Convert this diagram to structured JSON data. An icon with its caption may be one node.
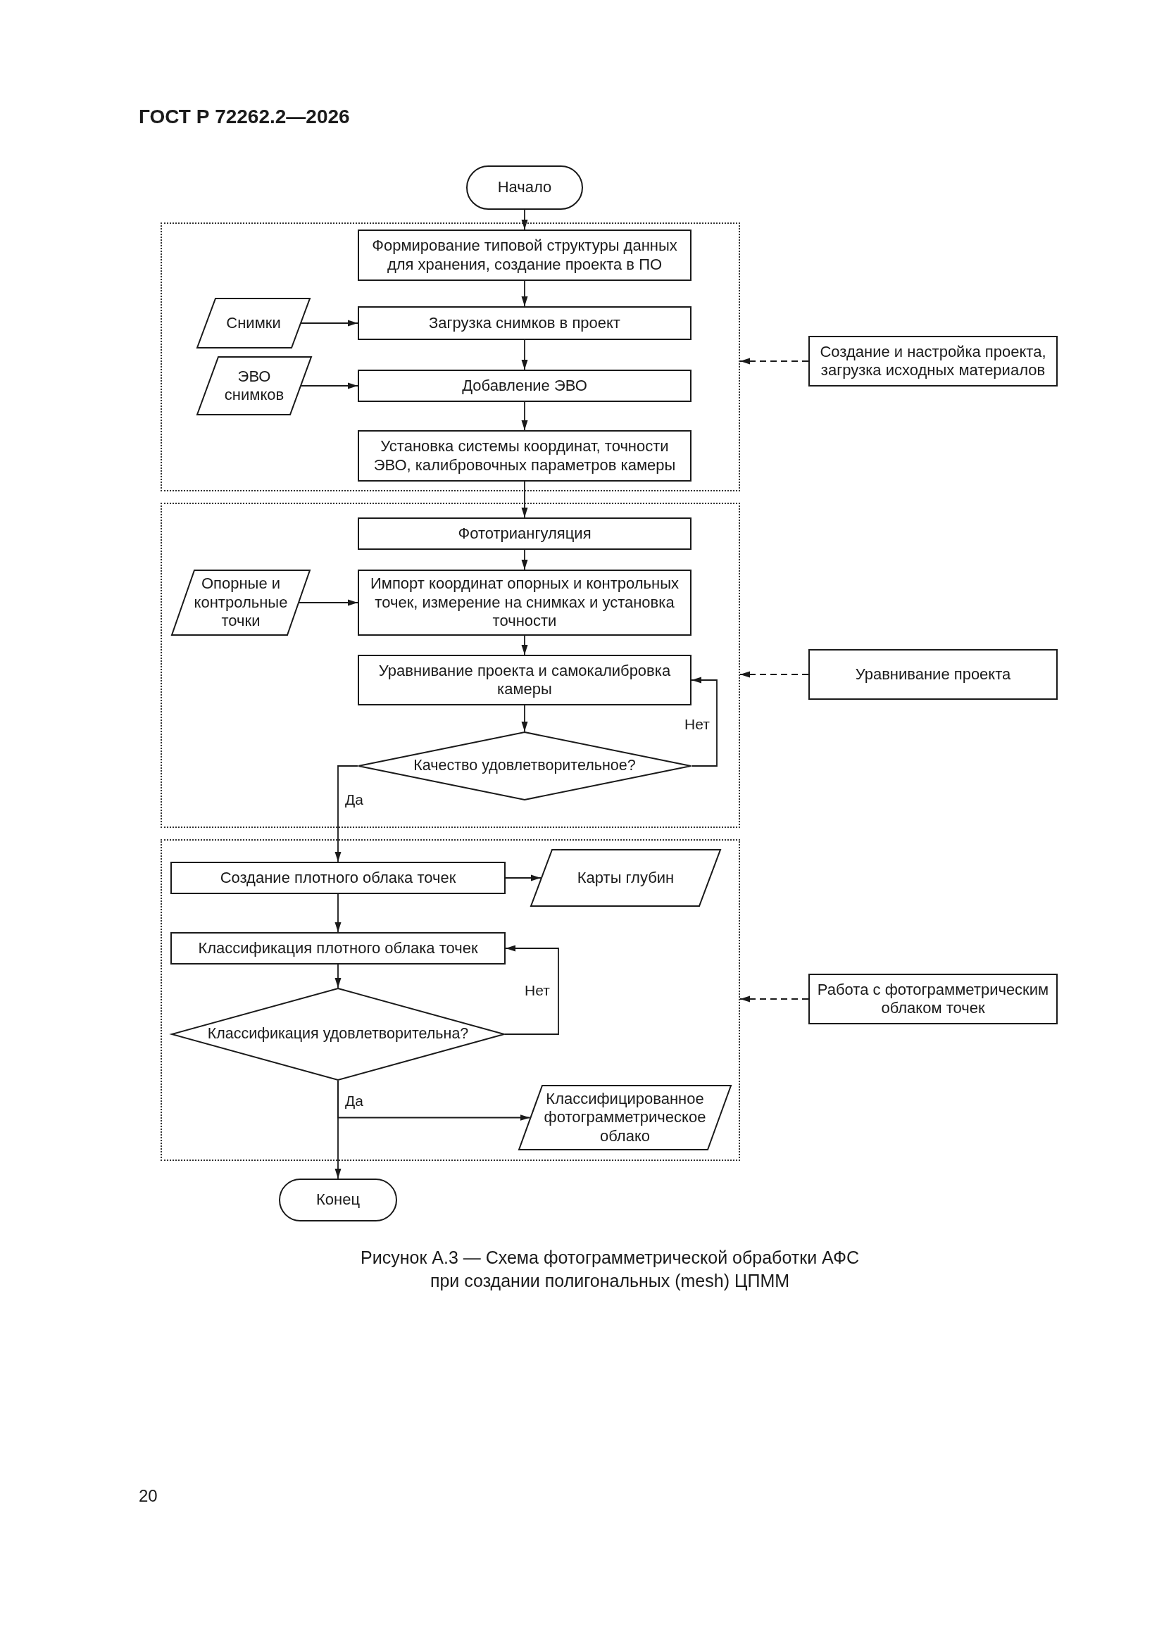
{
  "diagram": {
    "caption": "Рисунок А.3 — Схема фотограмметрической обработки АФС при создании полигональных (mesh) ЦПММ",
    "nodes": [
      {
        "text": [
          "Начало"
        ]
      },
      {
        "text": [],
        "shape": "box"
      },
      {
        "text": [
          "Формирование типовой структуры данных для хранения, создание проекта в ПО"
        ],
        "in": 1
      },
      {
        "text": [
          "Снимки"
        ],
        "in": 1
      },
      {
        "text": [
          "Загрузка снимков в проект"
        ],
        "in": 1
      },
      {
        "text": [
          "ЭВО снимков"
        ],
        "in": 1
      },
      {
        "text": [
          "Добавление ЭВО"
        ],
        "in": 1
      },
      {
        "text": [
          "Установка системы координат, точности ЭВО, калибровочных параметров камеры"
        ],
        "in": 1
      },
      {
        "text": [
          "Создание и настройка проекта, загрузка исходных материалов"
        ]
      },
      {
        "text": [],
        "shape": "box"
      },
      {
        "text": [
          "Фототриангуляция"
        ],
        "in": 9
      },
      {
        "text": [
          "Опорные и контрольные точки"
        ],
        "in": 9
      },
      {
        "text": [
          "Импорт координат опорных и контрольных точек, измерение на снимках и установка точности"
        ],
        "in": 9
      },
      {
        "text": [
          "Уравнивание проекта и самокалибровка камеры"
        ],
        "in": 9
      },
      {
        "text": [
          "Качество удовлетворительное?"
        ],
        "in": 9
      },
      {
        "text": [
          "Уравнивание проекта"
        ]
      },
      {
        "text": [],
        "shape": "box"
      },
      {
        "text": [
          "Создание плотного облака точек"
        ],
        "in": 16
      },
      {
        "text": [
          "Карты глубин"
        ],
        "in": 16
      },
      {
        "text": [
          "Классификация плотного облака точек"
        ],
        "in": 16
      },
      {
        "text": [
          "Классификация удовлетворительна?"
        ],
        "in": 16
      },
      {
        "text": [
          "Классифицированное фотограмметрическое облако"
        ],
        "in": 16
      },
      {
        "text": [
          "Работа с фотограмметрическим облаком точек"
        ]
      },
      {
        "text": [
          "Конец"
        ]
      }
    ],
    "edges": [
      {
        "from": 0,
        "to": 2,
        "arrow": "to"
      },
      {
        "from": 2,
        "to": 4,
        "arrow": "to"
      },
      {
        "from": 3,
        "to": 4,
        "arrow": "to"
      },
      {
        "from": 4,
        "to": 6,
        "arrow": "to"
      },
      {
        "from": 5,
        "to": 6,
        "arrow": "to"
      },
      {
        "from": 6,
        "to": 7,
        "arrow": "to"
      },
      {
        "from": 7,
        "to": 10,
        "arrow": "to"
      },
      {
        "from": 10,
        "to": 12,
        "arrow": "to"
      },
      {
        "from": 11,
        "to": 12,
        "arrow": "to"
      },
      {
        "from": 12,
        "to": 13,
        "arrow": "to"
      },
      {
        "from": 13,
        "to": 14,
        "arrow": "to"
      },
      {
        "from": 14,
        "to": 13,
        "arrow": "to",
        "label": "Нет"
      },
      {
        "from": 14,
        "to": 17,
        "arrow": "to",
        "label": "Да"
      },
      {
        "from": 17,
        "to": 18,
        "arrow": "to"
      },
      {
        "from": 17,
        "to": 19,
        "arrow": "to"
      },
      {
        "from": 19,
        "to": 20,
        "arrow": "to"
      },
      {
        "from": 20,
        "to": 19,
        "arrow": "to",
        "label": "Нет"
      },
      {
        "from": 20,
        "to": 21,
        "arrow": "to"
      },
      {
        "from": 20,
        "to": 23,
        "arrow": "to",
        "label": "Да"
      },
      {
        "from": 8,
        "to": 1,
        "arrow": "to",
        "style": "dashed"
      },
      {
        "from": 15,
        "to": 9,
        "arrow": "to",
        "style": "dashed"
      },
      {
        "from": 22,
        "to": 16,
        "arrow": "to",
        "style": "dashed"
      }
    ],
    "labels": [
      "ГОСТ Р 72262.2—2026",
      "20"
    ]
  }
}
